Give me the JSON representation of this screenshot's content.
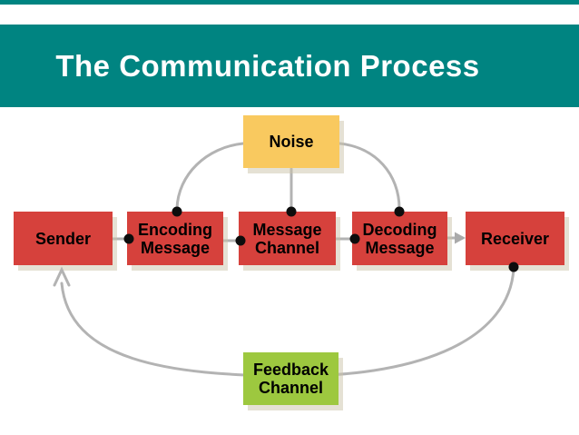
{
  "title": {
    "text": "The Communication Process"
  },
  "colors": {
    "band_teal": "#008481",
    "node_red": "#d6413c",
    "node_yellow": "#f9c95f",
    "node_green": "#9dc83f",
    "connector_gray": "#b3b3b3",
    "dot_black": "#0d0d0d",
    "title_text": "#ffffff",
    "node_text": "#000000"
  },
  "diagram": {
    "nodes": [
      {
        "id": "noise",
        "label": "Noise",
        "color": "yellow"
      },
      {
        "id": "sender",
        "label": "Sender",
        "color": "red"
      },
      {
        "id": "encoding",
        "label": "Encoding Message",
        "color": "red"
      },
      {
        "id": "channel",
        "label": "Message Channel",
        "color": "red"
      },
      {
        "id": "decoding",
        "label": "Decoding Message",
        "color": "red"
      },
      {
        "id": "receiver",
        "label": "Receiver",
        "color": "red"
      },
      {
        "id": "feedback",
        "label": "Feedback Channel",
        "color": "green"
      }
    ],
    "connectors": [
      {
        "from": "noise",
        "to": "encoding",
        "style": "curve-dot"
      },
      {
        "from": "noise",
        "to": "channel",
        "style": "line-dot"
      },
      {
        "from": "noise",
        "to": "decoding",
        "style": "curve-dot"
      },
      {
        "from": "sender",
        "to": "encoding",
        "style": "line-dot"
      },
      {
        "from": "encoding",
        "to": "channel",
        "style": "line-dot"
      },
      {
        "from": "channel",
        "to": "decoding",
        "style": "line-dot"
      },
      {
        "from": "decoding",
        "to": "receiver",
        "style": "arrow"
      },
      {
        "from": "receiver",
        "to": "sender",
        "style": "feedback-loop-arrow",
        "via": "feedback"
      }
    ]
  }
}
